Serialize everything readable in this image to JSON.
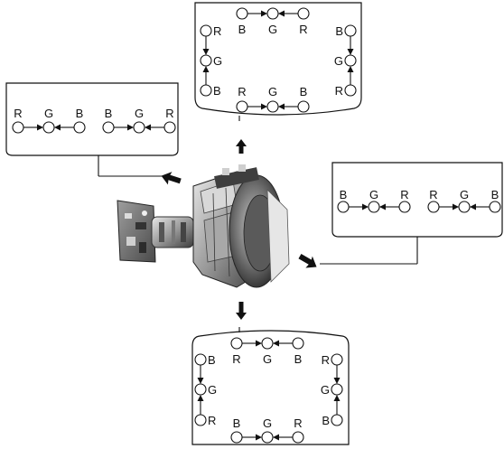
{
  "left_panel": {
    "groups": [
      [
        "R",
        "G",
        "B"
      ],
      [
        "B",
        "G",
        "R"
      ]
    ]
  },
  "right_panel": {
    "groups": [
      [
        "B",
        "G",
        "R"
      ],
      [
        "R",
        "G",
        "B"
      ]
    ]
  },
  "top_panel": {
    "top_row": [
      "B",
      "G",
      "R"
    ],
    "bottom_row": [
      "R",
      "G",
      "B"
    ],
    "left_col": [
      "R",
      "G",
      "B"
    ],
    "right_col": [
      "B",
      "G",
      "R"
    ]
  },
  "bottom_panel": {
    "top_row": [
      "R",
      "G",
      "B"
    ],
    "bottom_row": [
      "B",
      "G",
      "R"
    ],
    "left_col": [
      "B",
      "G",
      "R"
    ],
    "right_col": [
      "R",
      "G",
      "B"
    ]
  }
}
